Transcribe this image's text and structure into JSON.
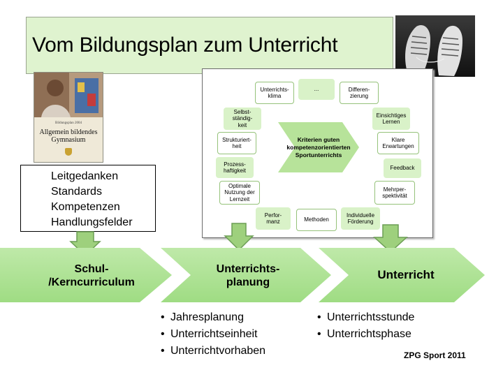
{
  "title": "Vom Bildungsplan zum Unterricht",
  "book": {
    "line1": "Bildungsplan 2004",
    "line2": "Allgemein bildendes Gymnasium"
  },
  "left_list": [
    "Leitgedanken",
    "Standards",
    "Kompetenzen",
    "Handlungsfelder"
  ],
  "criteria": {
    "center": "Kriterien guten kompetenzorientierten Sportunterrichts",
    "items": [
      {
        "text": "Unterrichts-\nklima",
        "style": "white"
      },
      {
        "text": "...",
        "style": "green"
      },
      {
        "text": "Differen-\nzierung",
        "style": "white"
      },
      {
        "text": "Selbst-\nständig-\nkeit",
        "style": "green"
      },
      {
        "text": "Einsichtiges\nLernen",
        "style": "green"
      },
      {
        "text": "Strukturiert-\nheit",
        "style": "white"
      },
      {
        "text": "Klare\nErwartungen",
        "style": "white"
      },
      {
        "text": "Prozess-\nhaftigkeit",
        "style": "green"
      },
      {
        "text": "Feedback",
        "style": "green"
      },
      {
        "text": "Optimale\nNutzung der\nLernzeit",
        "style": "white"
      },
      {
        "text": "Mehrper-\nspektivität",
        "style": "white"
      },
      {
        "text": "Perfor-\nmanz",
        "style": "green"
      },
      {
        "text": "Methoden",
        "style": "white"
      },
      {
        "text": "Individuelle\nFörderung",
        "style": "green"
      }
    ]
  },
  "process": [
    {
      "label": "Schul-\n/Kerncurriculum"
    },
    {
      "label": "Unterrichts-\nplanung"
    },
    {
      "label": "Unterricht"
    }
  ],
  "bullets_planning": [
    "Jahresplanung",
    "Unterrichtseinheit",
    "Unterrichtvorhaben"
  ],
  "bullets_lesson": [
    "Unterrichtsstunde",
    "Unterrichtsphase"
  ],
  "bullet_symbol": "•",
  "footer": "ZPG Sport 2011",
  "colors": {
    "title_bg": "#dff3cf",
    "chevron": "#9fdc83",
    "chevron_light": "#bfe9a9",
    "connector": "#9ed07d",
    "criteria_green": "#d9f2c8"
  }
}
